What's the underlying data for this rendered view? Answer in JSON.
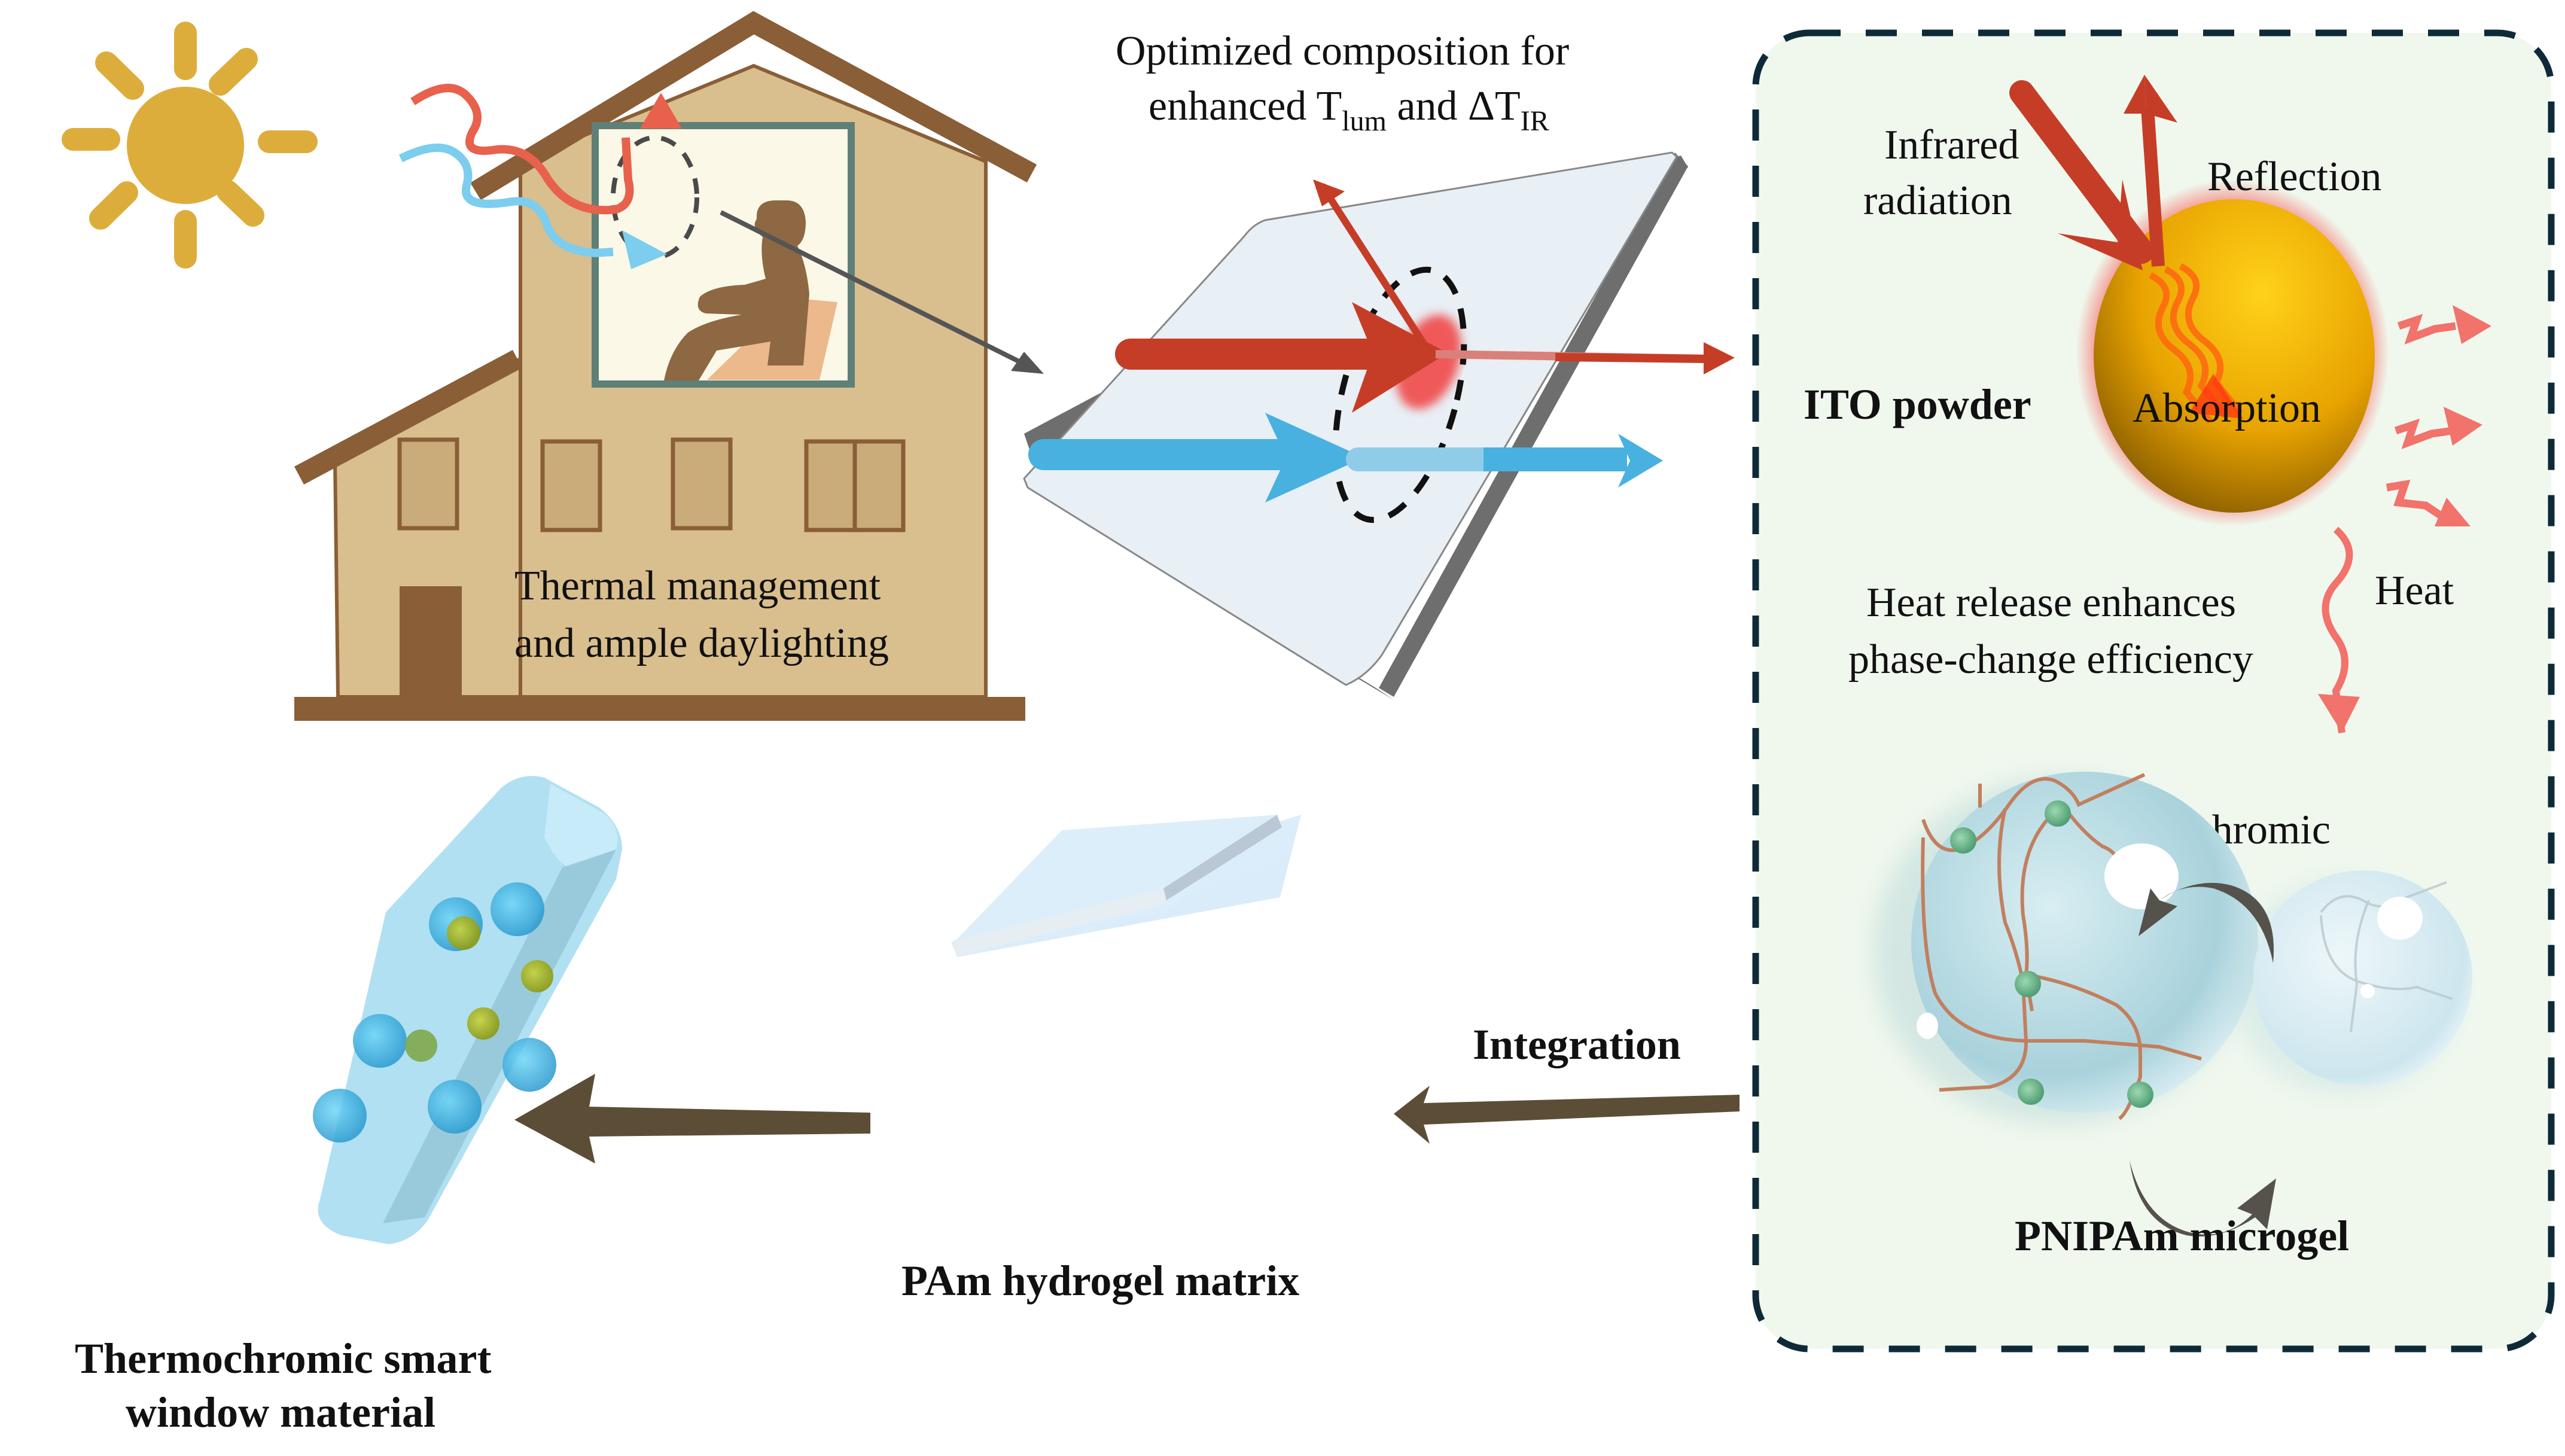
{
  "figure": {
    "type": "schematic",
    "colors": {
      "sun": "#DDAD3C",
      "house_wall": "#D9BE8E",
      "house_trim": "#8A5E36",
      "window_frame": "#5F8077",
      "person": "#8D6842",
      "infrared": "#C63D27",
      "visible": "#48B1E0",
      "panel_bg": "#F0F8EE",
      "panel_border": "#0E2A38",
      "process_arrow": "#5C4E36",
      "ito_core": "#F2B400",
      "ito_glow": "#F48C84",
      "heat": "#F2726C",
      "gel_crosslink": "#6DBA8E",
      "gel_chain": "#C27F5E"
    }
  },
  "house": {
    "caption_line1": "Thermal management",
    "caption_line2": "and ample daylighting"
  },
  "glass": {
    "caption_line1": "Optimized composition for",
    "caption_line2_prefix": "enhanced T",
    "caption_sub1": "lum",
    "caption_mid": " and ΔT",
    "caption_sub2": "IR"
  },
  "ito_panel": {
    "incident_label_line1": "Infrared",
    "incident_label_line2": "radiation",
    "reflection_label": "Reflection",
    "absorption_label": "Absorption",
    "material_label": "ITO powder",
    "heat_label": "Heat",
    "effect_line1": "Heat release enhances",
    "effect_line2": "phase-change efficiency"
  },
  "microgel_panel": {
    "process_label": "Thermochromic",
    "material_label": "PNIPAm microgel"
  },
  "integration": {
    "arrow_label": "Integration"
  },
  "hydrogel": {
    "label": "PAm hydrogel matrix"
  },
  "product": {
    "label_line1": "Thermochromic smart",
    "label_line2": "window material"
  }
}
